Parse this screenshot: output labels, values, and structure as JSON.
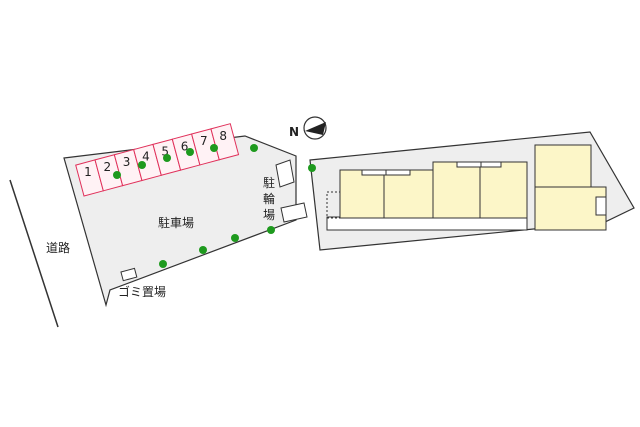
{
  "map": {
    "road_label": "道路",
    "parking_label": "駐車場",
    "bicycle_parking_label": [
      "駐",
      "輪",
      "場"
    ],
    "garbage_label": "ゴミ置場",
    "compass_label": "N",
    "parking_bays": [
      "1",
      "2",
      "3",
      "4",
      "5",
      "6",
      "7",
      "8"
    ]
  },
  "colors": {
    "lot_fill": "#eeeeee",
    "outline": "#333333",
    "building_fill": "#fcf6c8",
    "bay_outline": "#e0305a",
    "bay_fill": "#fff2f5",
    "tree": "#1e9a1e"
  }
}
